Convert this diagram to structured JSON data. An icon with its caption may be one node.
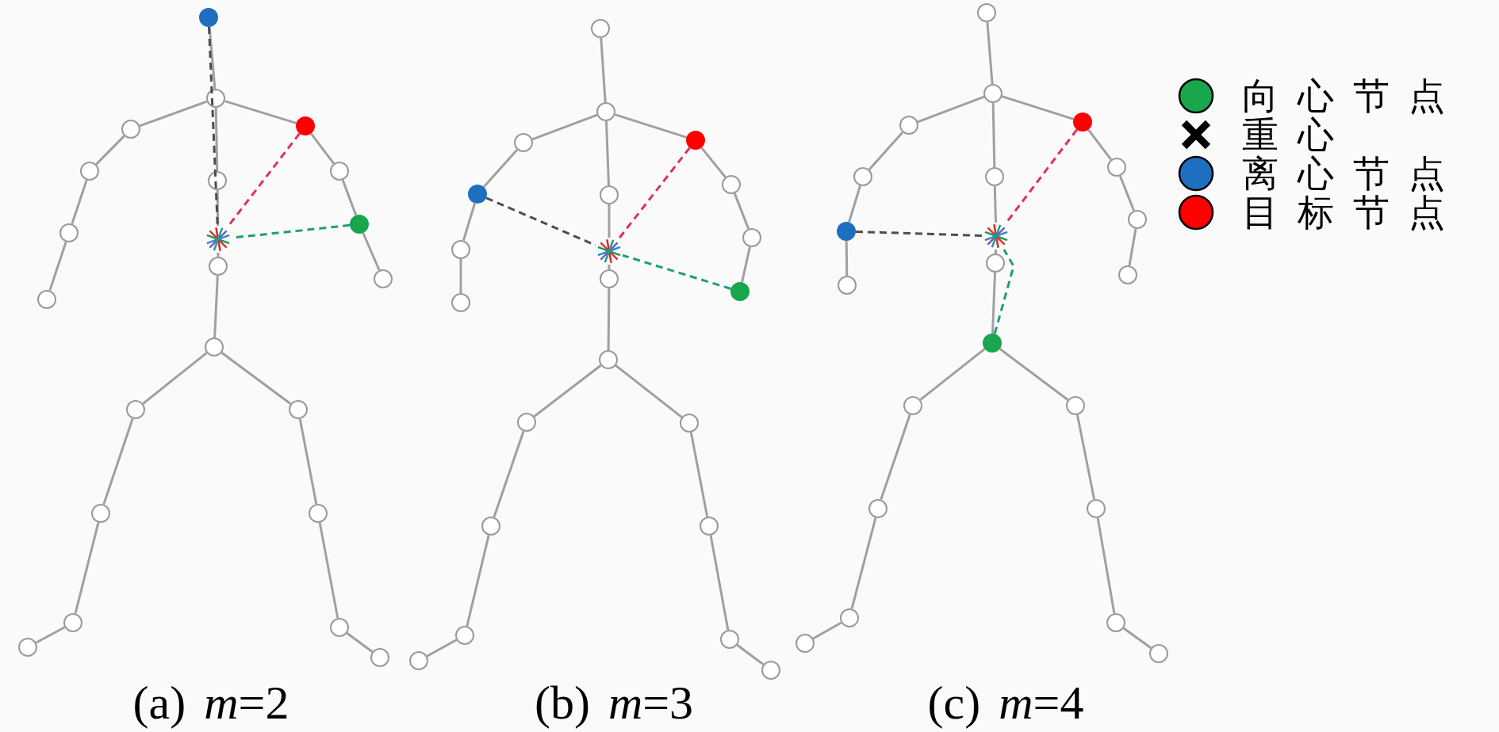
{
  "diagram": {
    "nodes": [
      {
        "text": [],
        "shape": "circle"
      },
      {
        "text": [],
        "shape": "circle"
      },
      {
        "text": [],
        "shape": "circle"
      },
      {
        "text": [],
        "shape": "cross"
      },
      {
        "text": [],
        "shape": "circle"
      },
      {
        "text": [],
        "shape": "circle"
      },
      {
        "text": [],
        "shape": "circle"
      },
      {
        "text": [],
        "shape": "circle"
      },
      {
        "text": [],
        "shape": "circle"
      },
      {
        "text": [],
        "shape": "circle"
      },
      {
        "text": [],
        "shape": "circle"
      },
      {
        "text": [],
        "shape": "circle"
      },
      {
        "text": [],
        "shape": "circle"
      },
      {
        "text": [],
        "shape": "circle"
      },
      {
        "text": [],
        "shape": "circle"
      },
      {
        "text": [],
        "shape": "circle"
      },
      {
        "text": [],
        "shape": "circle"
      },
      {
        "text": [],
        "shape": "circle"
      },
      {
        "text": [],
        "shape": "circle"
      },
      {
        "text": [],
        "shape": "circle"
      },
      {
        "text": [],
        "shape": "circle"
      },
      {
        "text": [],
        "shape": "circle"
      },
      {
        "text": [],
        "shape": "circle"
      },
      {
        "text": [],
        "shape": "circle"
      },
      {
        "text": [],
        "shape": "circle"
      },
      {
        "text": [],
        "shape": "cross"
      },
      {
        "text": [],
        "shape": "circle"
      },
      {
        "text": [],
        "shape": "circle"
      },
      {
        "text": [],
        "shape": "circle"
      },
      {
        "text": [],
        "shape": "circle"
      },
      {
        "text": [],
        "shape": "circle"
      },
      {
        "text": [],
        "shape": "circle"
      },
      {
        "text": [],
        "shape": "circle"
      },
      {
        "text": [],
        "shape": "circle"
      },
      {
        "text": [],
        "shape": "circle"
      },
      {
        "text": [],
        "shape": "circle"
      },
      {
        "text": [],
        "shape": "circle"
      },
      {
        "text": [],
        "shape": "circle"
      },
      {
        "text": [],
        "shape": "circle"
      },
      {
        "text": [],
        "shape": "circle"
      },
      {
        "text": [],
        "shape": "circle"
      },
      {
        "text": [],
        "shape": "circle"
      },
      {
        "text": [],
        "shape": "circle"
      },
      {
        "text": [],
        "shape": "circle"
      },
      {
        "text": [],
        "shape": "circle"
      },
      {
        "text": [],
        "shape": "circle"
      },
      {
        "text": [],
        "shape": "circle"
      },
      {
        "text": [],
        "shape": "cross"
      },
      {
        "text": [],
        "shape": "circle"
      },
      {
        "text": [],
        "shape": "circle"
      },
      {
        "text": [],
        "shape": "circle"
      },
      {
        "text": [],
        "shape": "circle"
      },
      {
        "text": [],
        "shape": "circle"
      },
      {
        "text": [],
        "shape": "circle"
      },
      {
        "text": [],
        "shape": "circle"
      },
      {
        "text": [],
        "shape": "circle"
      },
      {
        "text": [],
        "shape": "circle"
      },
      {
        "text": [],
        "shape": "circle"
      },
      {
        "text": [],
        "shape": "circle"
      },
      {
        "text": [],
        "shape": "circle"
      },
      {
        "text": [],
        "shape": "circle"
      },
      {
        "text": [],
        "shape": "circle"
      },
      {
        "text": [],
        "shape": "circle"
      },
      {
        "text": [],
        "shape": "circle"
      },
      {
        "text": [],
        "shape": "circle"
      },
      {
        "text": [],
        "shape": "circle"
      }
    ],
    "edges": [
      {
        "from": 0,
        "to": 1,
        "arrow": "none"
      },
      {
        "from": 1,
        "to": 2,
        "arrow": "none"
      },
      {
        "from": 2,
        "to": 3,
        "arrow": "none"
      },
      {
        "from": 3,
        "to": 4,
        "arrow": "none"
      },
      {
        "from": 4,
        "to": 5,
        "arrow": "none"
      },
      {
        "from": 1,
        "to": 6,
        "arrow": "none"
      },
      {
        "from": 6,
        "to": 7,
        "arrow": "none"
      },
      {
        "from": 7,
        "to": 8,
        "arrow": "none"
      },
      {
        "from": 8,
        "to": 9,
        "arrow": "none"
      },
      {
        "from": 1,
        "to": 10,
        "arrow": "none"
      },
      {
        "from": 10,
        "to": 11,
        "arrow": "none"
      },
      {
        "from": 11,
        "to": 12,
        "arrow": "none"
      },
      {
        "from": 12,
        "to": 13,
        "arrow": "none"
      },
      {
        "from": 5,
        "to": 14,
        "arrow": "none"
      },
      {
        "from": 14,
        "to": 15,
        "arrow": "none"
      },
      {
        "from": 15,
        "to": 16,
        "arrow": "none"
      },
      {
        "from": 16,
        "to": 17,
        "arrow": "none"
      },
      {
        "from": 5,
        "to": 18,
        "arrow": "none"
      },
      {
        "from": 18,
        "to": 19,
        "arrow": "none"
      },
      {
        "from": 19,
        "to": 20,
        "arrow": "none"
      },
      {
        "from": 20,
        "to": 21,
        "arrow": "none"
      },
      {
        "from": 0,
        "to": 3,
        "arrow": "none",
        "style": "dashed",
        "color": "#4d4d4d"
      },
      {
        "from": 10,
        "to": 3,
        "arrow": "none",
        "style": "dashed",
        "color": "#e0305f"
      },
      {
        "from": 12,
        "to": 3,
        "arrow": "none",
        "style": "dashed",
        "color": "#1f9e74"
      },
      {
        "from": 22,
        "to": 23,
        "arrow": "none"
      },
      {
        "from": 23,
        "to": 24,
        "arrow": "none"
      },
      {
        "from": 24,
        "to": 25,
        "arrow": "none"
      },
      {
        "from": 25,
        "to": 26,
        "arrow": "none"
      },
      {
        "from": 26,
        "to": 27,
        "arrow": "none"
      },
      {
        "from": 23,
        "to": 28,
        "arrow": "none"
      },
      {
        "from": 28,
        "to": 29,
        "arrow": "none"
      },
      {
        "from": 29,
        "to": 30,
        "arrow": "none"
      },
      {
        "from": 30,
        "to": 31,
        "arrow": "none"
      },
      {
        "from": 23,
        "to": 32,
        "arrow": "none"
      },
      {
        "from": 32,
        "to": 33,
        "arrow": "none"
      },
      {
        "from": 33,
        "to": 34,
        "arrow": "none"
      },
      {
        "from": 34,
        "to": 35,
        "arrow": "none"
      },
      {
        "from": 27,
        "to": 36,
        "arrow": "none"
      },
      {
        "from": 36,
        "to": 37,
        "arrow": "none"
      },
      {
        "from": 37,
        "to": 38,
        "arrow": "none"
      },
      {
        "from": 38,
        "to": 39,
        "arrow": "none"
      },
      {
        "from": 27,
        "to": 40,
        "arrow": "none"
      },
      {
        "from": 40,
        "to": 41,
        "arrow": "none"
      },
      {
        "from": 41,
        "to": 42,
        "arrow": "none"
      },
      {
        "from": 42,
        "to": 43,
        "arrow": "none"
      },
      {
        "from": 29,
        "to": 25,
        "arrow": "none",
        "style": "dashed",
        "color": "#4d4d4d"
      },
      {
        "from": 32,
        "to": 25,
        "arrow": "none",
        "style": "dashed",
        "color": "#e0305f"
      },
      {
        "from": 35,
        "to": 25,
        "arrow": "none",
        "style": "dashed",
        "color": "#1f9e74"
      },
      {
        "from": 44,
        "to": 45,
        "arrow": "none"
      },
      {
        "from": 45,
        "to": 46,
        "arrow": "none"
      },
      {
        "from": 46,
        "to": 47,
        "arrow": "none"
      },
      {
        "from": 47,
        "to": 48,
        "arrow": "none"
      },
      {
        "from": 48,
        "to": 49,
        "arrow": "none"
      },
      {
        "from": 45,
        "to": 50,
        "arrow": "none"
      },
      {
        "from": 50,
        "to": 51,
        "arrow": "none"
      },
      {
        "from": 51,
        "to": 52,
        "arrow": "none"
      },
      {
        "from": 52,
        "to": 53,
        "arrow": "none"
      },
      {
        "from": 45,
        "to": 54,
        "arrow": "none"
      },
      {
        "from": 54,
        "to": 55,
        "arrow": "none"
      },
      {
        "from": 55,
        "to": 56,
        "arrow": "none"
      },
      {
        "from": 56,
        "to": 57,
        "arrow": "none"
      },
      {
        "from": 49,
        "to": 58,
        "arrow": "none"
      },
      {
        "from": 58,
        "to": 59,
        "arrow": "none"
      },
      {
        "from": 59,
        "to": 60,
        "arrow": "none"
      },
      {
        "from": 60,
        "to": 61,
        "arrow": "none"
      },
      {
        "from": 49,
        "to": 62,
        "arrow": "none"
      },
      {
        "from": 62,
        "to": 63,
        "arrow": "none"
      },
      {
        "from": 63,
        "to": 64,
        "arrow": "none"
      },
      {
        "from": 64,
        "to": 65,
        "arrow": "none"
      },
      {
        "from": 52,
        "to": 47,
        "arrow": "none",
        "style": "dashed",
        "color": "#4d4d4d"
      },
      {
        "from": 54,
        "to": 47,
        "arrow": "none",
        "style": "dashed",
        "color": "#e0305f"
      },
      {
        "from": 49,
        "to": 47,
        "arrow": "none",
        "style": "dashed",
        "color": "#1f9e74"
      }
    ],
    "labels": [
      "(a) *m*=2",
      "(b) *m*=3",
      "(c) *m*=4"
    ],
    "legend": [
      {
        "text": "向心节点",
        "color": "#19a64c"
      },
      {
        "text": "重心"
      },
      {
        "text": "离心节点",
        "color": "#1f6fc1"
      },
      {
        "text": "目标节点",
        "color": "#ff0000"
      }
    ]
  }
}
